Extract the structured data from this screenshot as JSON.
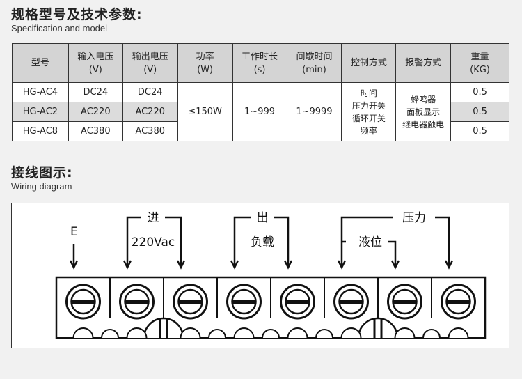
{
  "spec": {
    "title": "规格型号及技术参数:",
    "subtitle": "Specification and model",
    "headers": [
      {
        "l1": "型号",
        "l2": ""
      },
      {
        "l1": "输入电压",
        "l2": "(V)"
      },
      {
        "l1": "输出电压",
        "l2": "(V)"
      },
      {
        "l1": "功率",
        "l2": "(W)"
      },
      {
        "l1": "工作时长",
        "l2": "(s)"
      },
      {
        "l1": "间歇时间",
        "l2": "(min)"
      },
      {
        "l1": "控制方式",
        "l2": ""
      },
      {
        "l1": "报警方式",
        "l2": ""
      },
      {
        "l1": "重量",
        "l2": "(KG)"
      }
    ],
    "rows": [
      {
        "model": "HG-AC4",
        "input": "DC24",
        "output": "DC24",
        "weight": "0.5"
      },
      {
        "model": "HG-AC2",
        "input": "AC220",
        "output": "AC220",
        "weight": "0.5"
      },
      {
        "model": "HG-AC8",
        "input": "AC380",
        "output": "AC380",
        "weight": "0.5"
      }
    ],
    "power": "≤150W",
    "work_time": "1~999",
    "interval": "1~9999",
    "control": [
      "时间",
      "压力开关",
      "循环开关",
      "频率"
    ],
    "alarm": [
      "蜂鸣器",
      "面板显示",
      "继电器触电"
    ]
  },
  "wiring": {
    "title": "接线图示:",
    "subtitle": "Wiring diagram",
    "label_e": "E",
    "label_in": "进",
    "label_voltage": "220Vac",
    "label_out": "出",
    "label_load": "负载",
    "label_pressure": "压力",
    "label_level": "液位"
  }
}
